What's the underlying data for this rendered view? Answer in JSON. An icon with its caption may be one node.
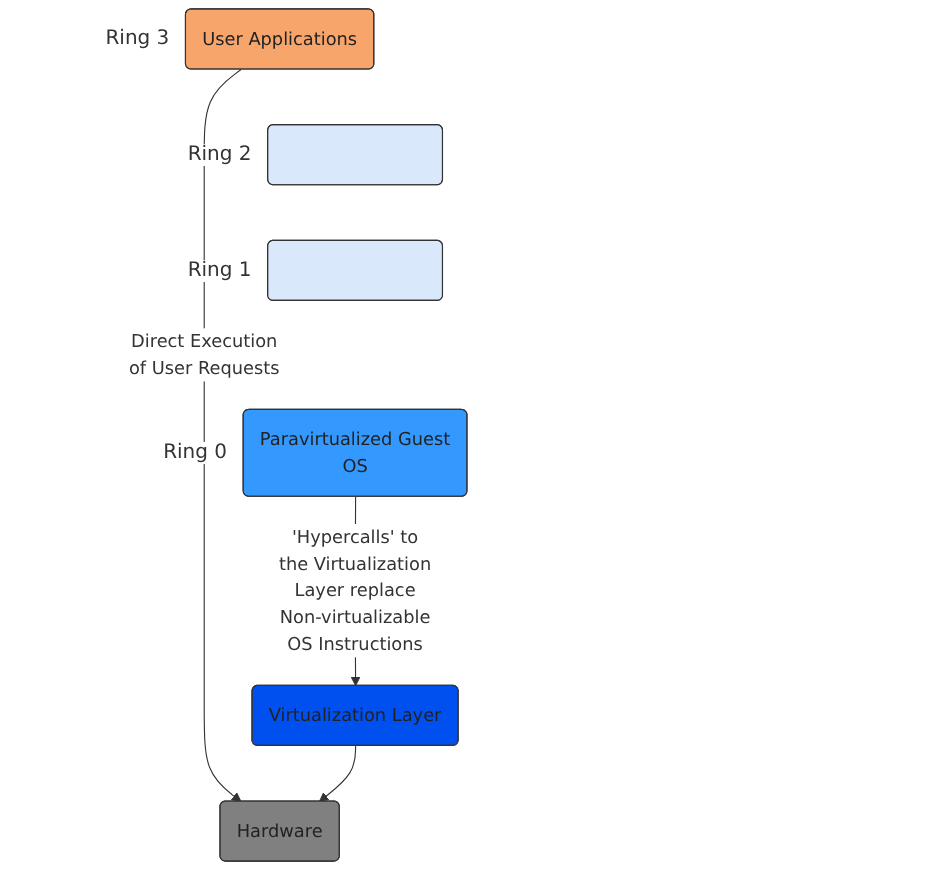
{
  "diagram": {
    "nodes": [
      {
        "text": [
          "User Applications"
        ],
        "beside": [
          "Ring 3"
        ]
      },
      {
        "text": [],
        "shape": "box",
        "beside": [
          "Ring 2"
        ]
      },
      {
        "text": [],
        "shape": "box",
        "beside": [
          "Ring 1"
        ]
      },
      {
        "text": [
          "Paravirtualized Guest OS"
        ],
        "beside": [
          "Ring 0"
        ]
      },
      {
        "text": [
          "Virtualization Layer"
        ]
      },
      {
        "text": [
          "Hardware"
        ]
      }
    ],
    "edges": [
      {
        "from": 0,
        "to": 5,
        "arrow": "to",
        "label": "Direct Execution of User Requests"
      },
      {
        "from": 3,
        "to": 4,
        "arrow": "to",
        "label": "'Hypercalls' to the Virtualization Layer replace Non-virtualizable OS Instructions"
      },
      {
        "from": 4,
        "to": 5,
        "arrow": "to"
      }
    ]
  }
}
